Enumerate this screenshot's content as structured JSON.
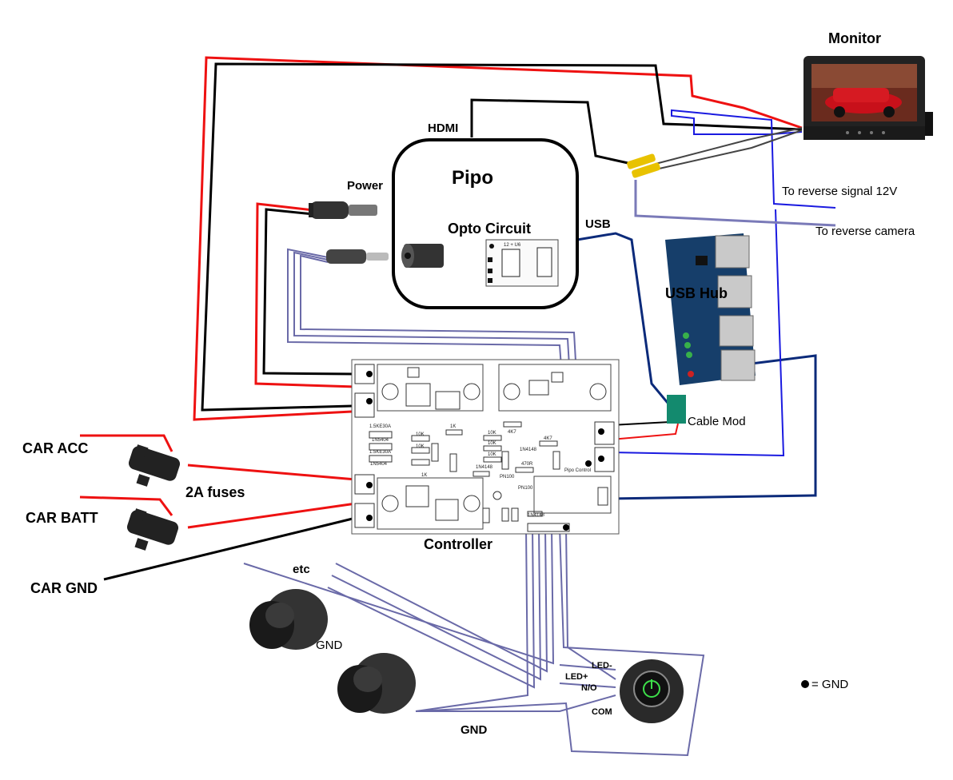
{
  "labels": {
    "monitor": "Monitor",
    "hdmi": "HDMI",
    "pipo": "Pipo",
    "power": "Power",
    "opto_circuit": "Opto Circuit",
    "usb": "USB",
    "usb_hub": "USB Hub",
    "reverse_signal": "To reverse signal 12V",
    "reverse_camera": "To reverse camera",
    "cable_mod": "Cable Mod",
    "car_acc": "CAR ACC",
    "fuses": "2A fuses",
    "car_batt": "CAR BATT",
    "car_gnd": "CAR GND",
    "controller": "Controller",
    "etc": "etc",
    "gnd_button": "GND",
    "gnd_bottom": "GND",
    "led_minus": "LED-",
    "led_plus": "LED+",
    "no": "N/O",
    "com": "COM",
    "gnd_legend": "= GND"
  },
  "colors": {
    "red_wire": "#e11111",
    "black_wire": "#000000",
    "blue_wire": "#1a1ae0",
    "navy_wire": "#0b2a7a",
    "purple_wire": "#6a6aa8",
    "cable_mod_block": "#138a6e"
  }
}
